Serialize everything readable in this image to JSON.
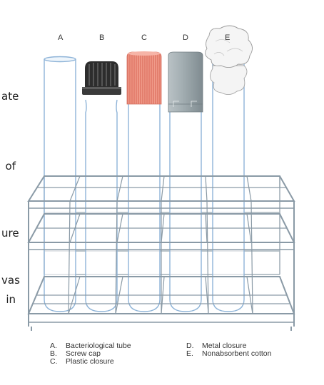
{
  "tube_letters": [
    "A",
    "B",
    "C",
    "D",
    "E"
  ],
  "clipped_text": [
    "ate",
    "of",
    "ure",
    "vas",
    "in"
  ],
  "legend": [
    {
      "key": "A.",
      "label": "Bacteriological tube"
    },
    {
      "key": "B.",
      "label": "Screw cap"
    },
    {
      "key": "C.",
      "label": "Plastic closure"
    },
    {
      "key": "D.",
      "label": "Metal closure"
    },
    {
      "key": "E.",
      "label": "Nonabsorbent cotton"
    }
  ],
  "colors": {
    "tube_outline": "#8fb4d8",
    "rack_wire": "#8a9aa6",
    "screw_cap": "#2a2a2a",
    "plastic_closure": "#ec8f7f",
    "metal_closure": "#9aa6ab",
    "cotton": "#f1f1f1"
  }
}
